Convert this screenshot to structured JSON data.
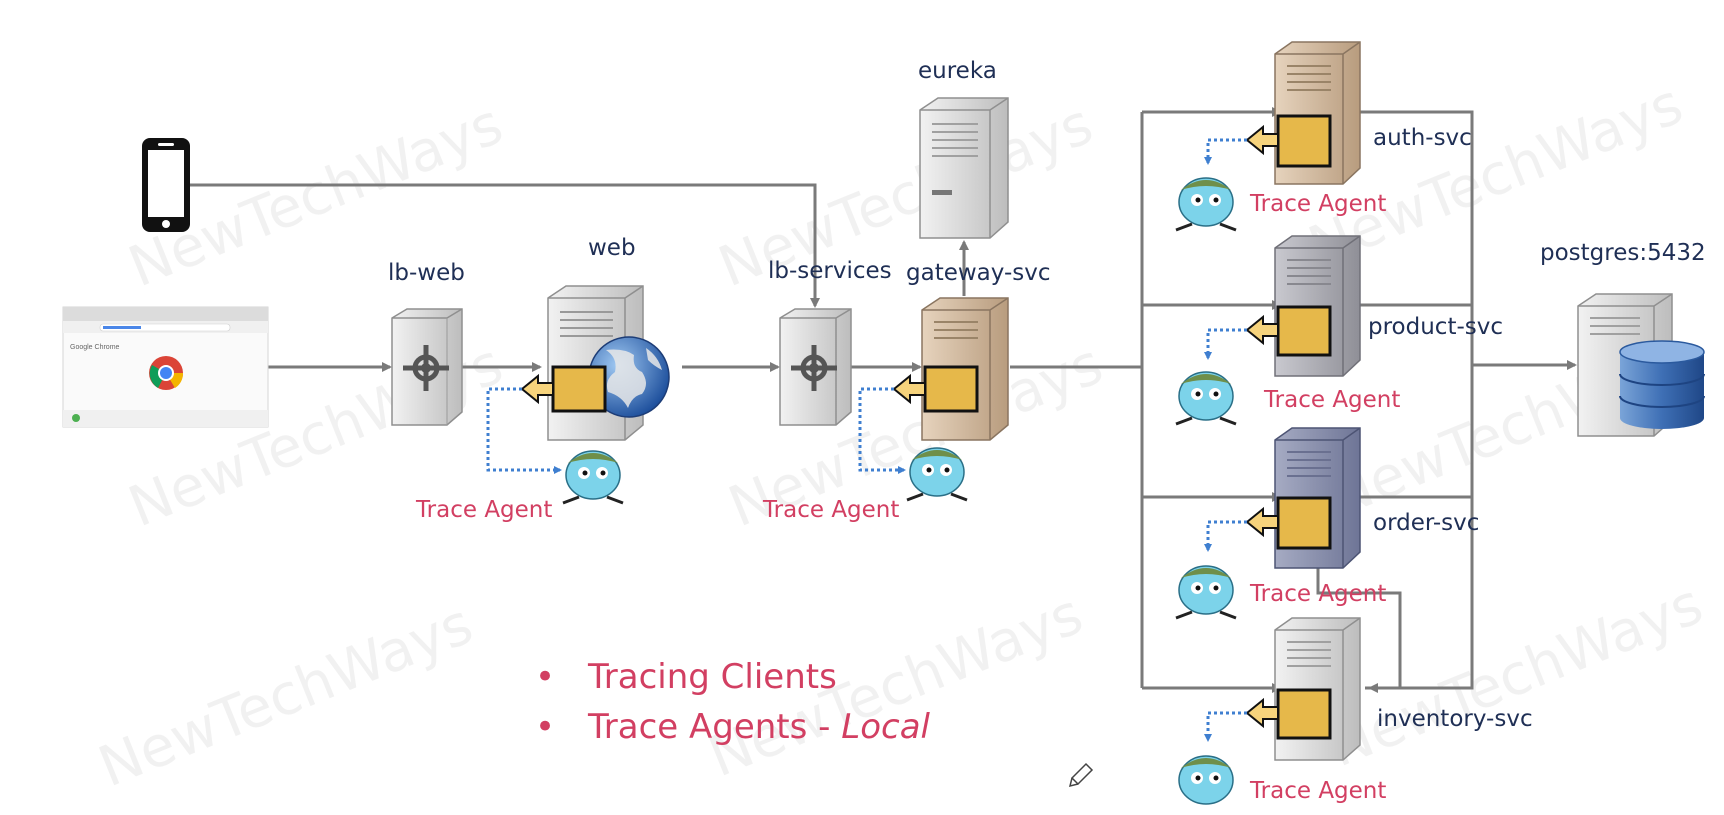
{
  "nodes": {
    "lb_web": "lb-web",
    "web": "web",
    "lb_services": "lb-services",
    "gateway": "gateway-svc",
    "eureka": "eureka",
    "auth": "auth-svc",
    "product": "product-svc",
    "order": "order-svc",
    "inventory": "inventory-svc",
    "postgres": "postgres:5432"
  },
  "trace_agent_label": "Trace Agent",
  "bullets": {
    "item1": "Tracing Clients",
    "item2_prefix": "Trace Agents - ",
    "item2_italic": "Local"
  },
  "watermark": "NewTechWays",
  "browser": {
    "brand": "Google Chrome"
  },
  "colors": {
    "node_label": "#1f2f55",
    "agent_label": "#d23f62",
    "arrow": "#7a7a7a",
    "dotted_arrow": "#3f7fd0",
    "trace_box": "#e6b84a"
  }
}
